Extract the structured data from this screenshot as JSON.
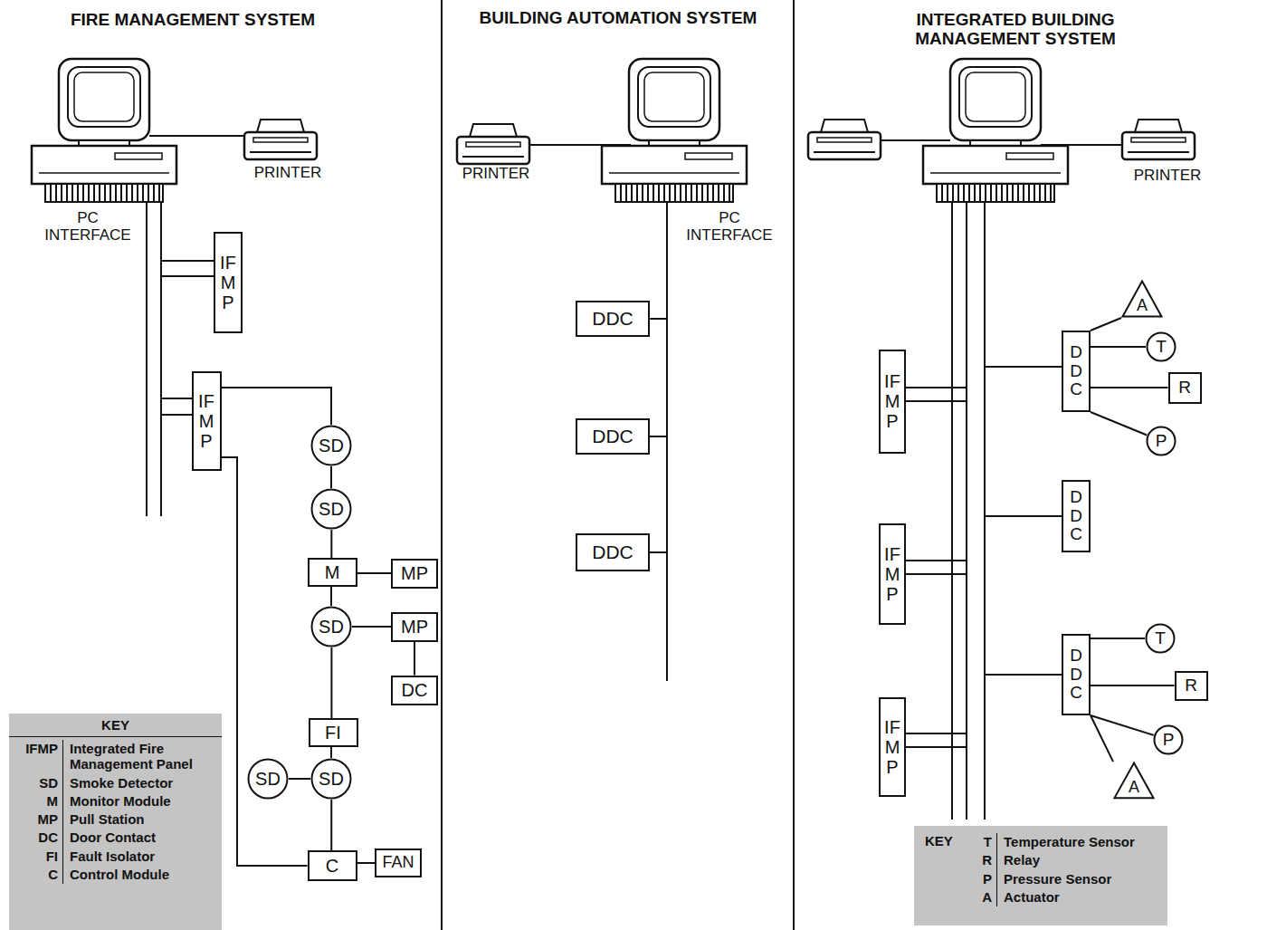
{
  "diagram": {
    "nodes": [
      {
        "text": [
          "IFMP"
        ]
      },
      {
        "text": [
          "IFMP"
        ]
      },
      {
        "text": [
          "SD"
        ]
      },
      {
        "text": [
          "SD"
        ]
      },
      {
        "text": [
          "M"
        ]
      },
      {
        "text": [
          "MP"
        ]
      },
      {
        "text": [
          "SD"
        ]
      },
      {
        "text": [
          "MP"
        ]
      },
      {
        "text": [
          "DC"
        ]
      },
      {
        "text": [
          "FI"
        ]
      },
      {
        "text": [
          "SD"
        ]
      },
      {
        "text": [
          "SD"
        ]
      },
      {
        "text": [
          "C"
        ]
      },
      {
        "text": [
          "FAN"
        ]
      },
      {
        "text": [
          "DDC"
        ]
      },
      {
        "text": [
          "DDC"
        ]
      },
      {
        "text": [
          "DDC"
        ]
      },
      {
        "text": [
          "IFMP"
        ]
      },
      {
        "text": [
          "IFMP"
        ]
      },
      {
        "text": [
          "IFMP"
        ]
      },
      {
        "text": [
          "DDC"
        ]
      },
      {
        "text": [
          "A"
        ]
      },
      {
        "text": [
          "T"
        ]
      },
      {
        "text": [
          "R"
        ]
      },
      {
        "text": [
          "P"
        ]
      },
      {
        "text": [
          "DDC"
        ]
      },
      {
        "text": [
          "DDC"
        ]
      },
      {
        "text": [
          "T"
        ]
      },
      {
        "text": [
          "R"
        ]
      },
      {
        "text": [
          "P"
        ]
      },
      {
        "text": [
          "A"
        ]
      }
    ],
    "edges": [
      {
        "from": 1,
        "to": 2,
        "arrow": "none"
      },
      {
        "from": 2,
        "to": 3,
        "arrow": "none"
      },
      {
        "from": 3,
        "to": 4,
        "arrow": "none"
      },
      {
        "from": 4,
        "to": 5,
        "arrow": "none"
      },
      {
        "from": 4,
        "to": 6,
        "arrow": "none"
      },
      {
        "from": 6,
        "to": 7,
        "arrow": "none"
      },
      {
        "from": 7,
        "to": 8,
        "arrow": "none"
      },
      {
        "from": 6,
        "to": 9,
        "arrow": "none"
      },
      {
        "from": 9,
        "to": 11,
        "arrow": "none"
      },
      {
        "from": 10,
        "to": 11,
        "arrow": "none"
      },
      {
        "from": 11,
        "to": 12,
        "arrow": "none"
      },
      {
        "from": 12,
        "to": 13,
        "arrow": "none"
      },
      {
        "from": 1,
        "to": 12,
        "arrow": "none"
      },
      {
        "from": 20,
        "to": 21,
        "arrow": "none"
      },
      {
        "from": 20,
        "to": 22,
        "arrow": "none"
      },
      {
        "from": 20,
        "to": 23,
        "arrow": "none"
      },
      {
        "from": 20,
        "to": 24,
        "arrow": "none"
      },
      {
        "from": 26,
        "to": 27,
        "arrow": "none"
      },
      {
        "from": 26,
        "to": 28,
        "arrow": "none"
      },
      {
        "from": 26,
        "to": 29,
        "arrow": "none"
      },
      {
        "from": 26,
        "to": 30,
        "arrow": "none"
      }
    ],
    "labels": [
      "FIRE MANAGEMENT SYSTEM",
      "BUILDING AUTOMATION SYSTEM",
      "INTEGRATED BUILDING MANAGEMENT SYSTEM",
      "PRINTER",
      "PC INTERFACE",
      "PRINTER",
      "PC INTERFACE",
      "PRINTER",
      "KEY",
      "IFMP",
      "SD",
      "M",
      "MP",
      "DC",
      "FI",
      "C",
      "KEY",
      "T",
      "R",
      "P",
      "A"
    ],
    "legend": [
      {
        "text": "Integrated Fire Management Panel"
      },
      {
        "text": "Smoke Detector"
      },
      {
        "text": "Monitor Module"
      },
      {
        "text": "Pull Station"
      },
      {
        "text": "Door Contact"
      },
      {
        "text": "Fault Isolator"
      },
      {
        "text": "Control Module"
      },
      {
        "text": "Temperature Sensor"
      },
      {
        "text": "Relay"
      },
      {
        "text": "Pressure Sensor"
      },
      {
        "text": "Actuator"
      }
    ]
  }
}
